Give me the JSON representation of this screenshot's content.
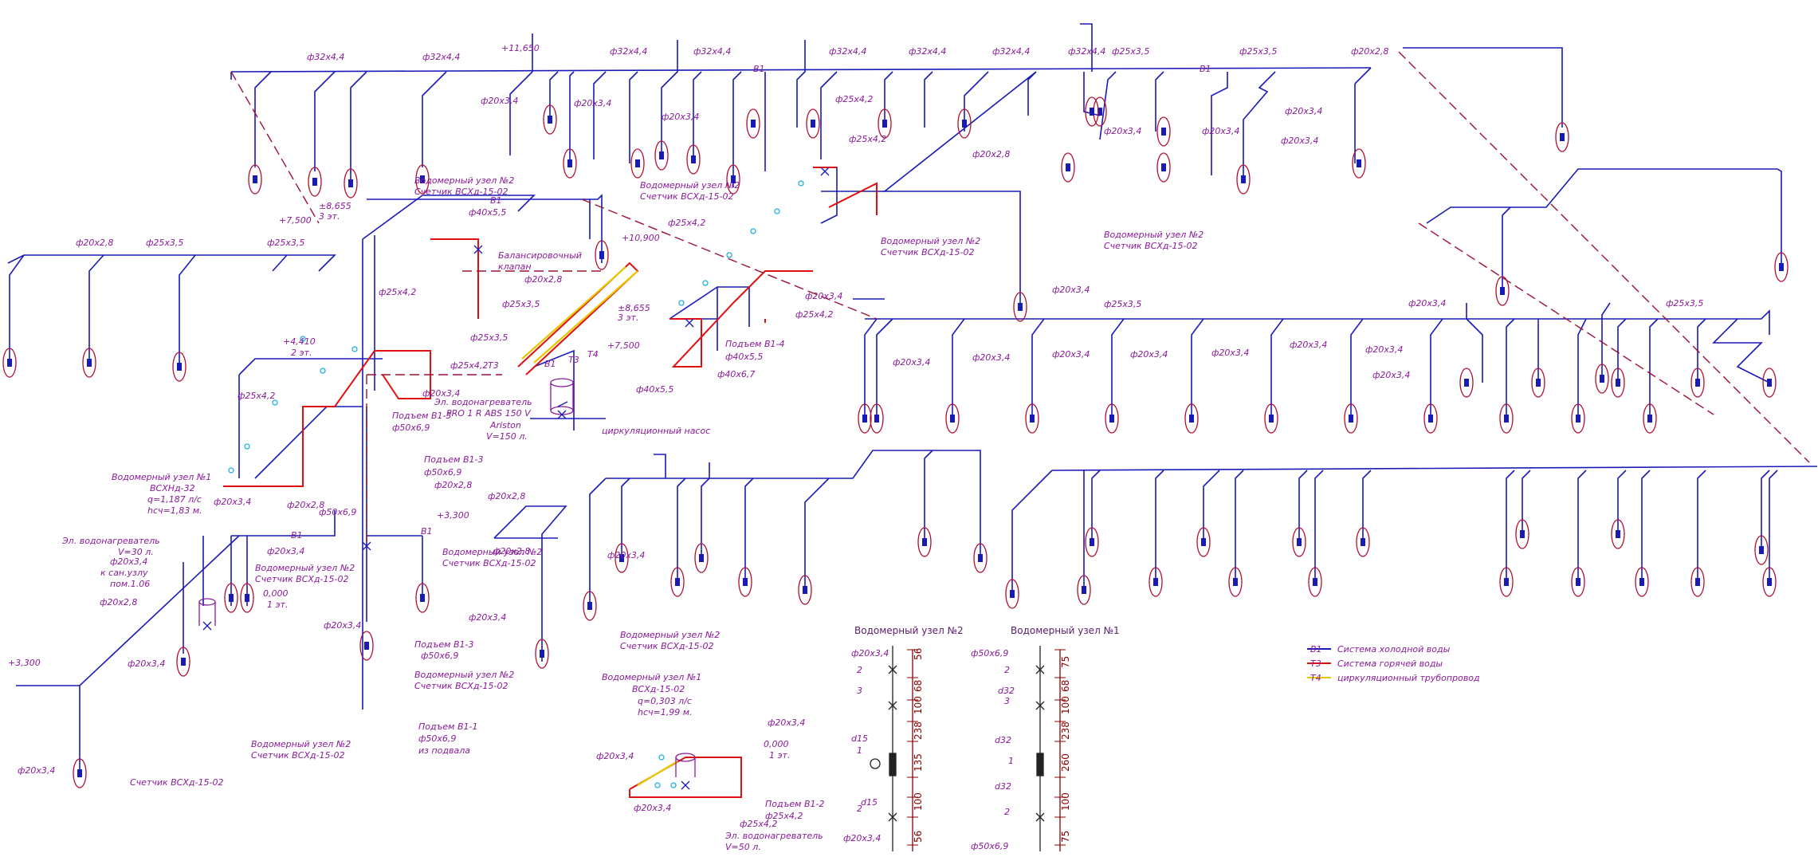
{
  "colors": {
    "cold": "#1a1ab8",
    "hot": "#e01010",
    "circ": "#e8c800",
    "label": "#8a1a9a",
    "dash": "#a01030",
    "fixture": "#b01030"
  },
  "labels": {
    "d32x4_4": "ф32х4,4",
    "d20x3_4": "ф20х3,4",
    "d20x2_8": "ф20х2,8",
    "d25x3_5": "ф25х3,5",
    "d25x4_2": "ф25х4,2",
    "d40x5_5": "ф40х5,5",
    "d40x6_7": "ф40х6,7",
    "d50x6_9": "ф50х6,9",
    "b1": "В1",
    "t3": "Т3",
    "t4": "Т4",
    "elev_11650": "+11,650",
    "elev_8655": "±8,655",
    "elev_7500": "+7,500",
    "elev_4410": "+4,410",
    "elev_10900": "+10,900",
    "elev_3300": "+3,300",
    "elev_0000": "0,000",
    "floor3": "3 эт.",
    "floor2": "2 эт.",
    "floor1": "1 эт.",
    "meter_node2": "Водомерный узел №2",
    "meter_node1": "Водомерный узел №1",
    "meter_vsxd": "Счетчик ВСХд-15-02",
    "balance_valve": "Балансировочный",
    "balance_valve2": "клапан",
    "heater": "Эл. водонагреватель",
    "heater_model": "PRO 1 R ABS 150 V",
    "heater_brand": "Ariston",
    "heater_vol": "V=150 л.",
    "circ_pump": "циркуляционный насос",
    "riser_b14": "Подъем В1-4",
    "riser_b13": "Подъем В1-3",
    "riser_b11": "Подъем В1-1",
    "riser_b12": "Подъем В1-2",
    "from_basement": "из подвала",
    "node1_main_meter": "ВСХНд-32",
    "node1_q": "q=1,187 л/с",
    "node1_h": "hсч=1,83 м.",
    "node1b_meter": "ВСХд-15-02",
    "node1b_q": "q=0,303 л/с",
    "node1b_h": "hсч=1,99 м.",
    "heater30": "V=30 л.",
    "heater50": "V=50 л.",
    "to_sanuzel": "к сан.узлу",
    "room": "пом.1.06",
    "d20x3_4_short": "ф20х3,4",
    "d32": "d32",
    "d15": "d15",
    "n1": "1",
    "n2": "2",
    "n3": "3",
    "dim_56": "56",
    "dim_68": "68",
    "dim_100": "100",
    "dim_238": "238",
    "dim_135": "135",
    "dim_75": "75",
    "dim_260": "260",
    "d20x3_4_b": "ф20х3,4",
    "d50x6_9_b": "ф50х6,9"
  },
  "detail_titles": {
    "node2": "Водомерный узел №2",
    "node1": "Водомерный узел №1"
  },
  "legend": [
    {
      "code": "В1",
      "text": "Система холодной воды",
      "color": "#1a1ab8"
    },
    {
      "code": "Т3",
      "text": "Система горячей воды",
      "color": "#e01010"
    },
    {
      "code": "Т4",
      "text": "циркуляционный трубопровод",
      "color": "#e8c800"
    }
  ]
}
